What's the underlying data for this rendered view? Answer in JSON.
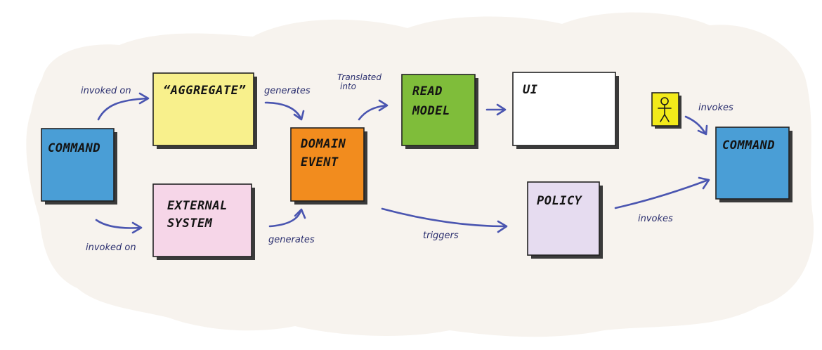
{
  "diagram": {
    "background_color": "#f7f3ee",
    "notes": {
      "command_left": {
        "label_lines": [
          "COMMAND"
        ],
        "color": "#4a9ed6"
      },
      "aggregate": {
        "label_lines": [
          "“AGGREGATE”"
        ],
        "color": "#f8f08c"
      },
      "external_system": {
        "label_lines": [
          "EXTERNAL",
          "SYSTEM"
        ],
        "color": "#f6d6e8"
      },
      "domain_event": {
        "label_lines": [
          "DOMAIN",
          "EVENT"
        ],
        "color": "#f28c1e"
      },
      "read_model": {
        "label_lines": [
          "READ",
          "MODEL"
        ],
        "color": "#7fbd3a"
      },
      "ui": {
        "label_lines": [
          "UI"
        ],
        "color": "#ffffff"
      },
      "policy": {
        "label_lines": [
          "POLICY"
        ],
        "color": "#e6dcf0"
      },
      "command_right": {
        "label_lines": [
          "COMMAND"
        ],
        "color": "#4a9ed6"
      },
      "actor": {
        "color": "#f2ea1a",
        "icon": "person-icon"
      }
    },
    "edges": {
      "invoked_on_top": "invoked on",
      "invoked_on_bottom": "invoked on",
      "generates_top": "generates",
      "generates_bottom": "generates",
      "translated_into_line1": "Translated",
      "translated_into_line2": "into",
      "triggers": "triggers",
      "invokes_actor": "invokes",
      "invokes_policy": "invokes"
    }
  }
}
